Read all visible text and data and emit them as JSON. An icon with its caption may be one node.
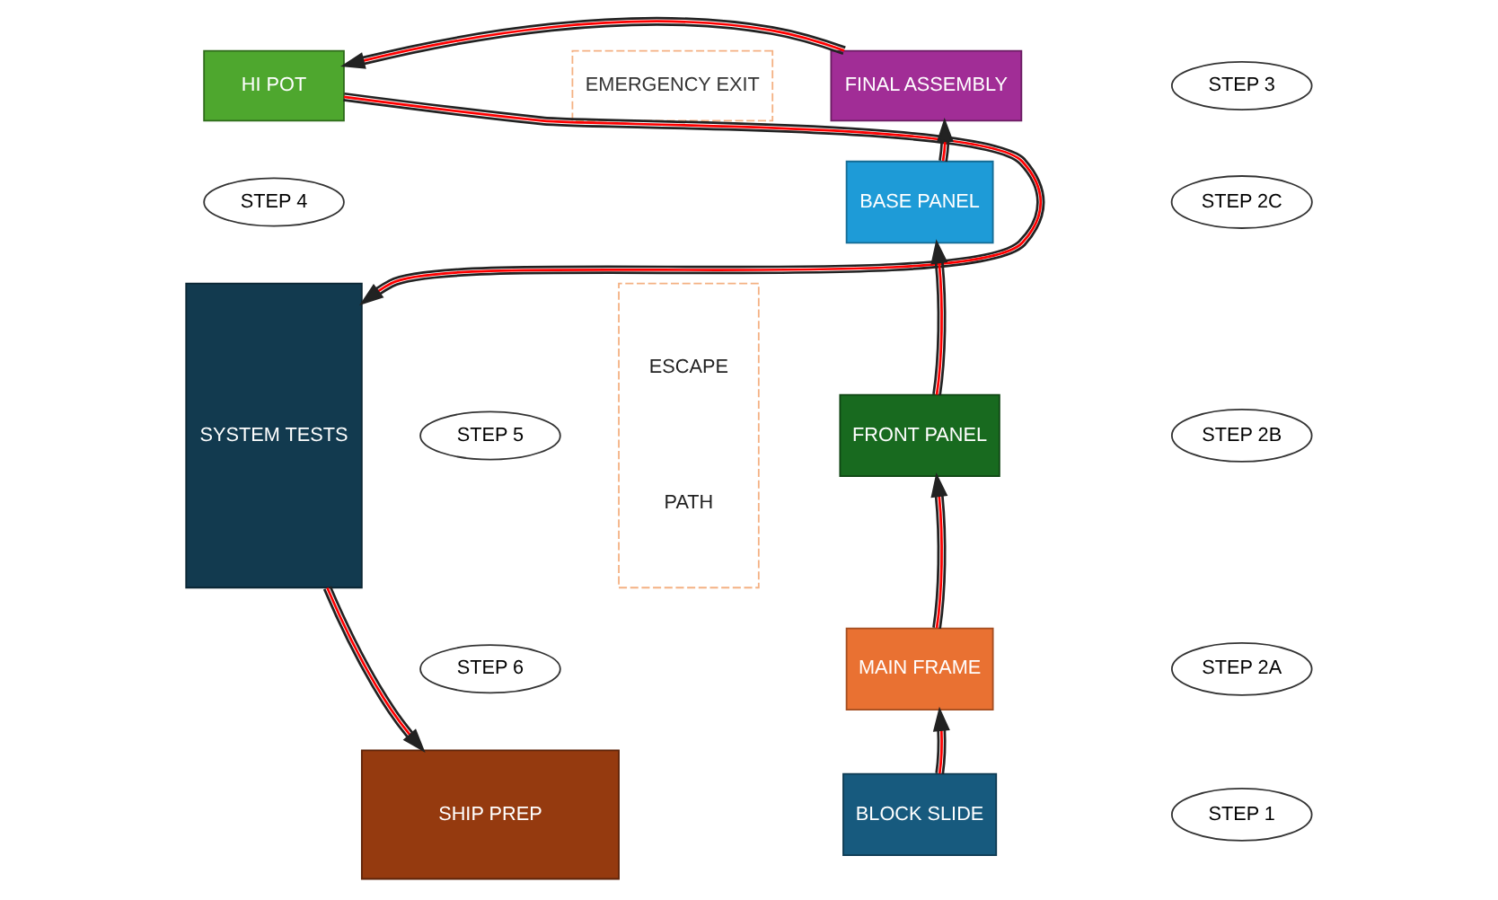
{
  "diagram": {
    "nodes": [
      {
        "text": [
          "HI POT"
        ]
      },
      {
        "text": [
          "EMERGENCY EXIT"
        ]
      },
      {
        "text": [
          "FINAL ASSEMBLY"
        ]
      },
      {
        "text": [
          "STEP 3"
        ]
      },
      {
        "text": [
          "STEP 4"
        ]
      },
      {
        "text": [
          "BASE PANEL"
        ]
      },
      {
        "text": [
          "STEP 2C"
        ]
      },
      {
        "text": [
          "SYSTEM TESTS"
        ]
      },
      {
        "text": [
          "ESCAPE",
          "PATH"
        ]
      },
      {
        "text": [
          "FRONT PANEL"
        ]
      },
      {
        "text": [
          "STEP 2B"
        ]
      },
      {
        "text": [
          "STEP 5"
        ]
      },
      {
        "text": [
          "STEP 6"
        ]
      },
      {
        "text": [
          "MAIN FRAME"
        ]
      },
      {
        "text": [
          "STEP 2A"
        ]
      },
      {
        "text": [
          "SHIP PREP"
        ]
      },
      {
        "text": [
          "BLOCK SLIDE"
        ]
      },
      {
        "text": [
          "STEP 1"
        ]
      }
    ],
    "edges": [
      {
        "from": 16,
        "to": 13,
        "arrow": "to"
      },
      {
        "from": 13,
        "to": 9,
        "arrow": "to"
      },
      {
        "from": 9,
        "to": 5,
        "arrow": "to"
      },
      {
        "from": 5,
        "to": 2,
        "arrow": "to"
      },
      {
        "from": 2,
        "to": 0,
        "arrow": "to"
      },
      {
        "from": 0,
        "to": 7,
        "arrow": "to"
      },
      {
        "from": 7,
        "to": 15,
        "arrow": "to"
      }
    ]
  }
}
